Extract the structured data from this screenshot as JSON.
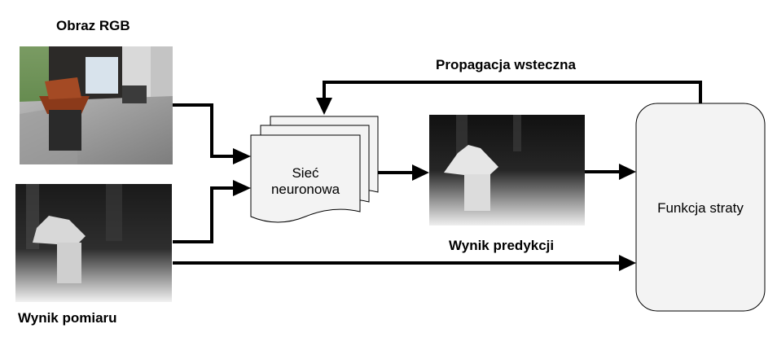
{
  "labels": {
    "rgb_image": "Obraz RGB",
    "measurement_result": "Wynik pomiaru",
    "backpropagation": "Propagacja wsteczna",
    "prediction_result": "Wynik predykcji"
  },
  "nodes": {
    "network_line1": "Sieć",
    "network_line2": "neuronowa",
    "loss_function": "Funkcja straty"
  }
}
